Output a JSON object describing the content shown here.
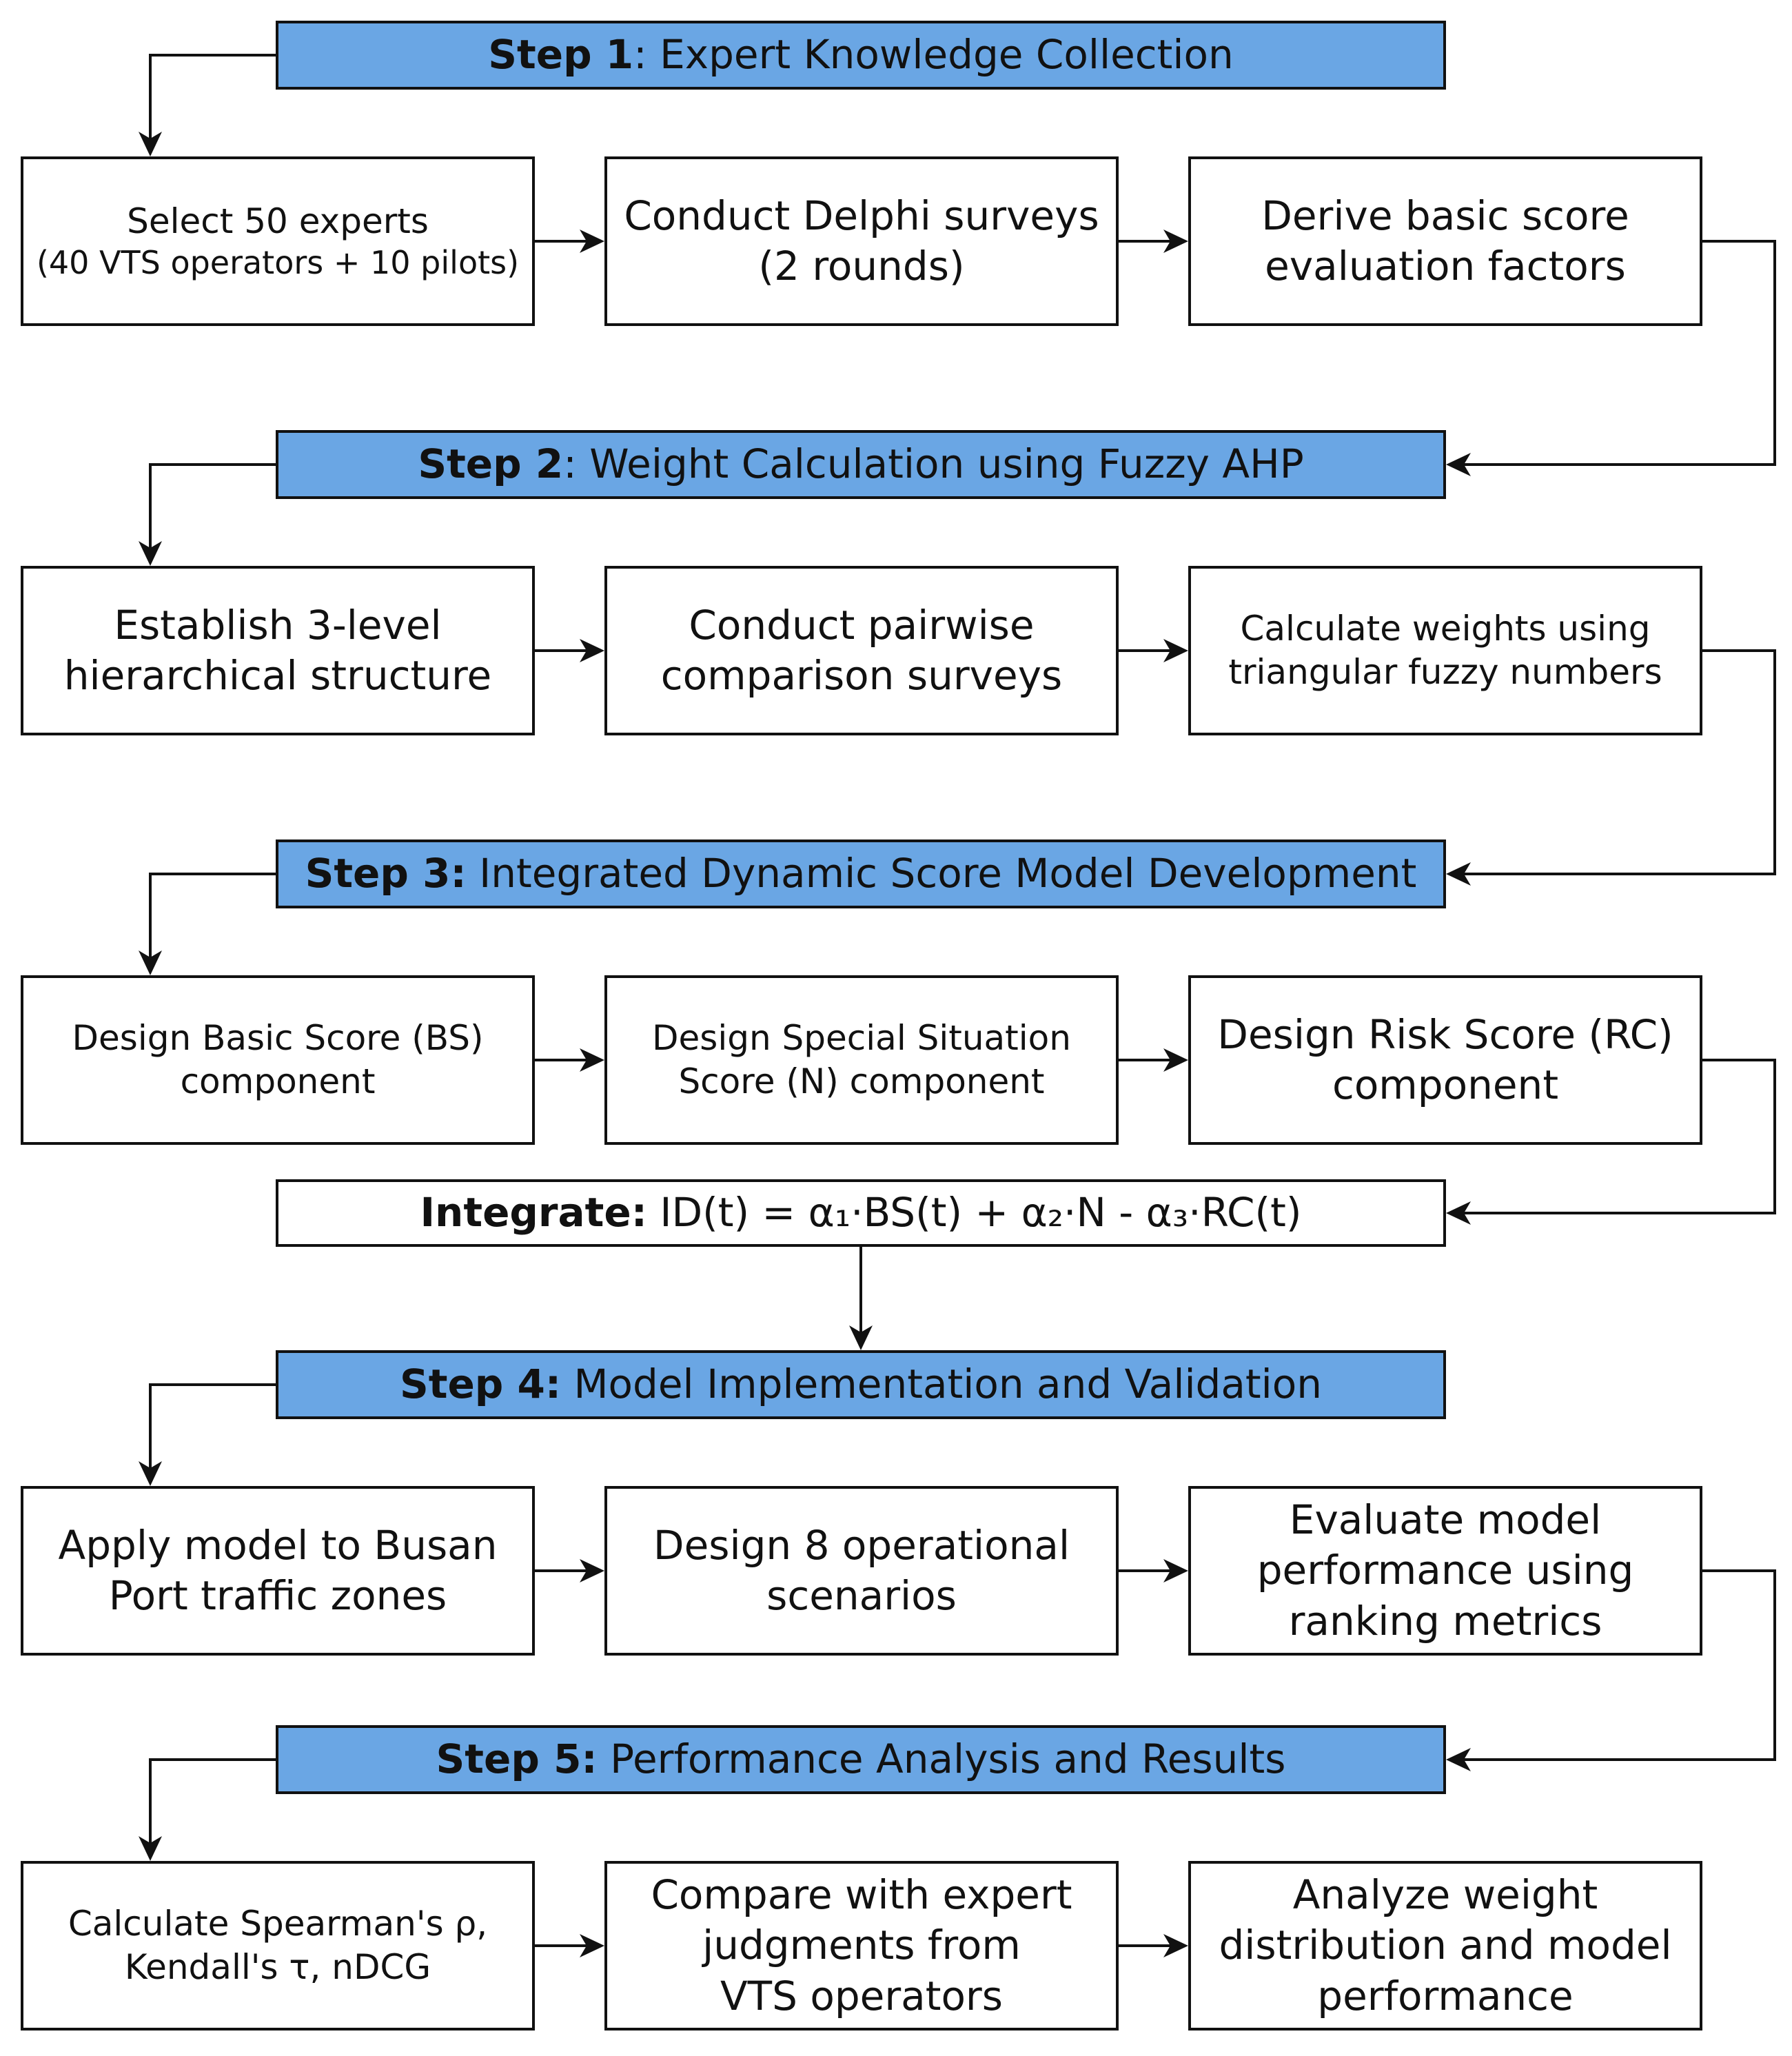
{
  "colors": {
    "header_fill": "#6aa6e4",
    "stroke": "#111111",
    "background": "#ffffff"
  },
  "steps": [
    {
      "title_bold": "Step 1",
      "title_rest": ": Expert Knowledge Collection",
      "boxes": [
        [
          "Select 50 experts",
          "(40 VTS operators + 10 pilots)"
        ],
        [
          "Conduct Delphi surveys",
          "(2 rounds)"
        ],
        [
          "Derive basic score",
          "evaluation factors"
        ]
      ]
    },
    {
      "title_bold": "Step 2",
      "title_rest": ": Weight Calculation using Fuzzy AHP",
      "boxes": [
        [
          "Establish 3-level",
          "hierarchical structure"
        ],
        [
          "Conduct pairwise",
          "comparison surveys"
        ],
        [
          "Calculate weights using",
          "triangular fuzzy numbers"
        ]
      ]
    },
    {
      "title_bold": "Step 3:",
      "title_rest": " Integrated Dynamic Score Model Development",
      "boxes": [
        [
          "Design Basic Score (BS)",
          "component"
        ],
        [
          "Design Special Situation",
          "Score (N) component"
        ],
        [
          "Design Risk Score (RC)",
          "component"
        ]
      ]
    },
    {
      "title_bold": "Step 4:",
      "title_rest": " Model Implementation and Validation",
      "boxes": [
        [
          "Apply model to Busan",
          "Port traffic zones"
        ],
        [
          "Design 8 operational",
          "scenarios"
        ],
        [
          "Evaluate model",
          "performance using",
          "ranking metrics"
        ]
      ]
    },
    {
      "title_bold": "Step 5:",
      "title_rest": " Performance Analysis and Results",
      "boxes": [
        [
          "Calculate Spearman's ρ,",
          "Kendall's τ, nDCG"
        ],
        [
          "Compare with expert",
          "judgments from",
          "VTS operators"
        ],
        [
          "Analyze weight",
          "distribution and model",
          "performance"
        ]
      ]
    }
  ],
  "integrate": {
    "label_bold": "Integrate:",
    "formula": " ID(t) = α₁·BS(t) + α₂·N - α₃·RC(t)"
  }
}
